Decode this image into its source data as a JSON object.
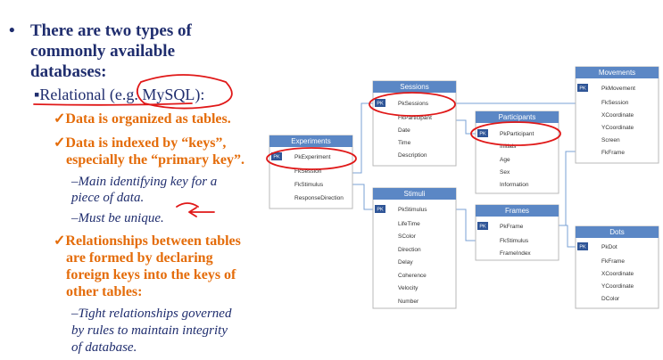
{
  "bullets": {
    "l1": [
      "•",
      "There are two types of",
      "commonly available",
      "databases:"
    ],
    "l2": "▪Relational (e.g. MySQL):",
    "l3a": "✓Data is organized as tables.",
    "l3b": [
      "✓Data is indexed by “keys”,",
      "especially the “primary key”."
    ],
    "l4a": [
      "–Main identifying key for a",
      "piece of data."
    ],
    "l4b": "–Must be unique.",
    "l3c": [
      "✓Relationships between tables",
      "are formed by declaring",
      "foreign keys into the keys of",
      "other tables:"
    ],
    "l4c": [
      "–Tight relationships governed",
      "by rules to maintain integrity",
      "of database."
    ]
  },
  "diagram": {
    "pk_badge": "PK",
    "tables": {
      "experiments": {
        "title": "Experiments",
        "pk": "PkExperiment",
        "fields": [
          "FkSession",
          "FkStimulus",
          "ResponseDirection"
        ]
      },
      "sessions": {
        "title": "Sessions",
        "pk": "PkSessions",
        "fields": [
          "FkParticipant",
          "Date",
          "Time",
          "Description"
        ]
      },
      "participants": {
        "title": "Participants",
        "pk": "PkParticipant",
        "fields": [
          "Initials",
          "Age",
          "Sex",
          "Information"
        ]
      },
      "movements": {
        "title": "Movements",
        "pk": "PkMovement",
        "fields": [
          "FkSession",
          "XCoordinate",
          "YCoordinate",
          "Screen",
          "FkFrame"
        ]
      },
      "stimuli": {
        "title": "Stimuli",
        "pk": "PkStimulus",
        "fields": [
          "LifeTime",
          "SColor",
          "Direction",
          "Delay",
          "Coherence",
          "Velocity",
          "Number"
        ]
      },
      "frames": {
        "title": "Frames",
        "pk": "PkFrame",
        "fields": [
          "FkStimulus",
          "FrameIndex"
        ]
      },
      "dots": {
        "title": "Dots",
        "pk": "PkDot",
        "fields": [
          "FkFrame",
          "XCoordinate",
          "YCoordinate",
          "DColor"
        ]
      }
    }
  },
  "colors": {
    "navy": "#1f2d6e",
    "orange": "#e46c0a",
    "header": "#5b87c5",
    "pk": "#2f5597",
    "annotation": "#e01818"
  }
}
